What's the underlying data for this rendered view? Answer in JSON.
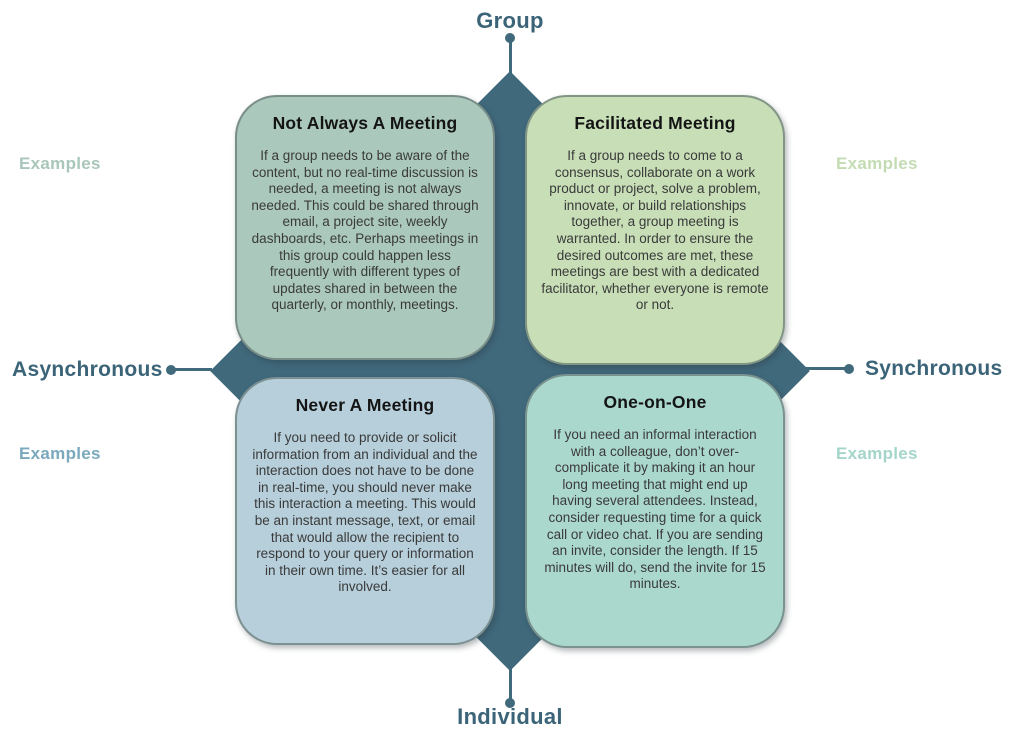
{
  "axes": {
    "top": "Group",
    "bottom": "Individual",
    "left": "Asynchronous",
    "right": "Synchronous"
  },
  "colors": {
    "axis_text": "#3b6478",
    "cross": "#40697c",
    "card_title_text": "#141414",
    "card_body_text": "#3a3a3a"
  },
  "quadrants": {
    "top_left": {
      "title": "Not Always A Meeting",
      "body": "If a group needs to be aware of the content, but no real-time discussion is needed, a meeting is not always needed. This could be shared through email, a project site, weekly dashboards, etc. Perhaps meetings in this group could happen less frequently with different types of updates shared in between the quarterly, or monthly, meetings.",
      "examples_label": "Examples",
      "bg": "#aac8bc",
      "examples_color": "#a9c6ba"
    },
    "top_right": {
      "title": "Facilitated Meeting",
      "body": "If a group needs to come to a consensus, collaborate on a work product or project, solve a problem, innovate, or build relationships together, a group meeting is warranted. In order to ensure the desired outcomes are met, these meetings are best with a dedicated facilitator, whether everyone is remote or not.",
      "examples_label": "Examples",
      "bg": "#c7deb7",
      "examples_color": "#c4dcb3"
    },
    "bottom_left": {
      "title": "Never A Meeting",
      "body": "If you need to provide or solicit information from an individual and the interaction does not have to be done in real-time, you should never make this interaction a meeting. This would be an instant message, text, or email that would allow the recipient to respond to your query or information in their own time. It’s easier for all involved.",
      "examples_label": "Examples",
      "bg": "#b6cfda",
      "examples_color": "#7aa8bc"
    },
    "bottom_right": {
      "title": "One-on-One",
      "body": "If you need an informal interaction with a colleague, don’t over-complicate it by making it an hour long meeting that might end up having several attendees. Instead, consider requesting time for a quick call or video chat. If you are sending an invite, consider the length. If 15 minutes will do, send the invite for 15 minutes.",
      "examples_label": "Examples",
      "bg": "#abd8cd",
      "examples_color": "#a4d5ca"
    }
  }
}
